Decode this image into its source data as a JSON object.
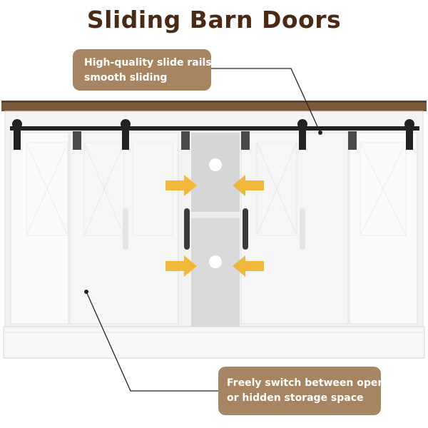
{
  "title": "Sliding Barn Doors",
  "callouts": {
    "rails": {
      "line1": "High-quality slide rails",
      "line2": "smooth sliding"
    },
    "storage": {
      "line1": "Freely switch between open",
      "line2": "or hidden storage space"
    }
  },
  "colors": {
    "title": "#4a2a14",
    "callout_bg": "#a78563",
    "wood_top": "#7a5a3a",
    "rail": "#222222",
    "arrow": "#f2b531",
    "cabinet": "#f7f7f7"
  },
  "icons": [
    "arrow-right-icon",
    "arrow-left-icon",
    "cable-hole-icon"
  ]
}
